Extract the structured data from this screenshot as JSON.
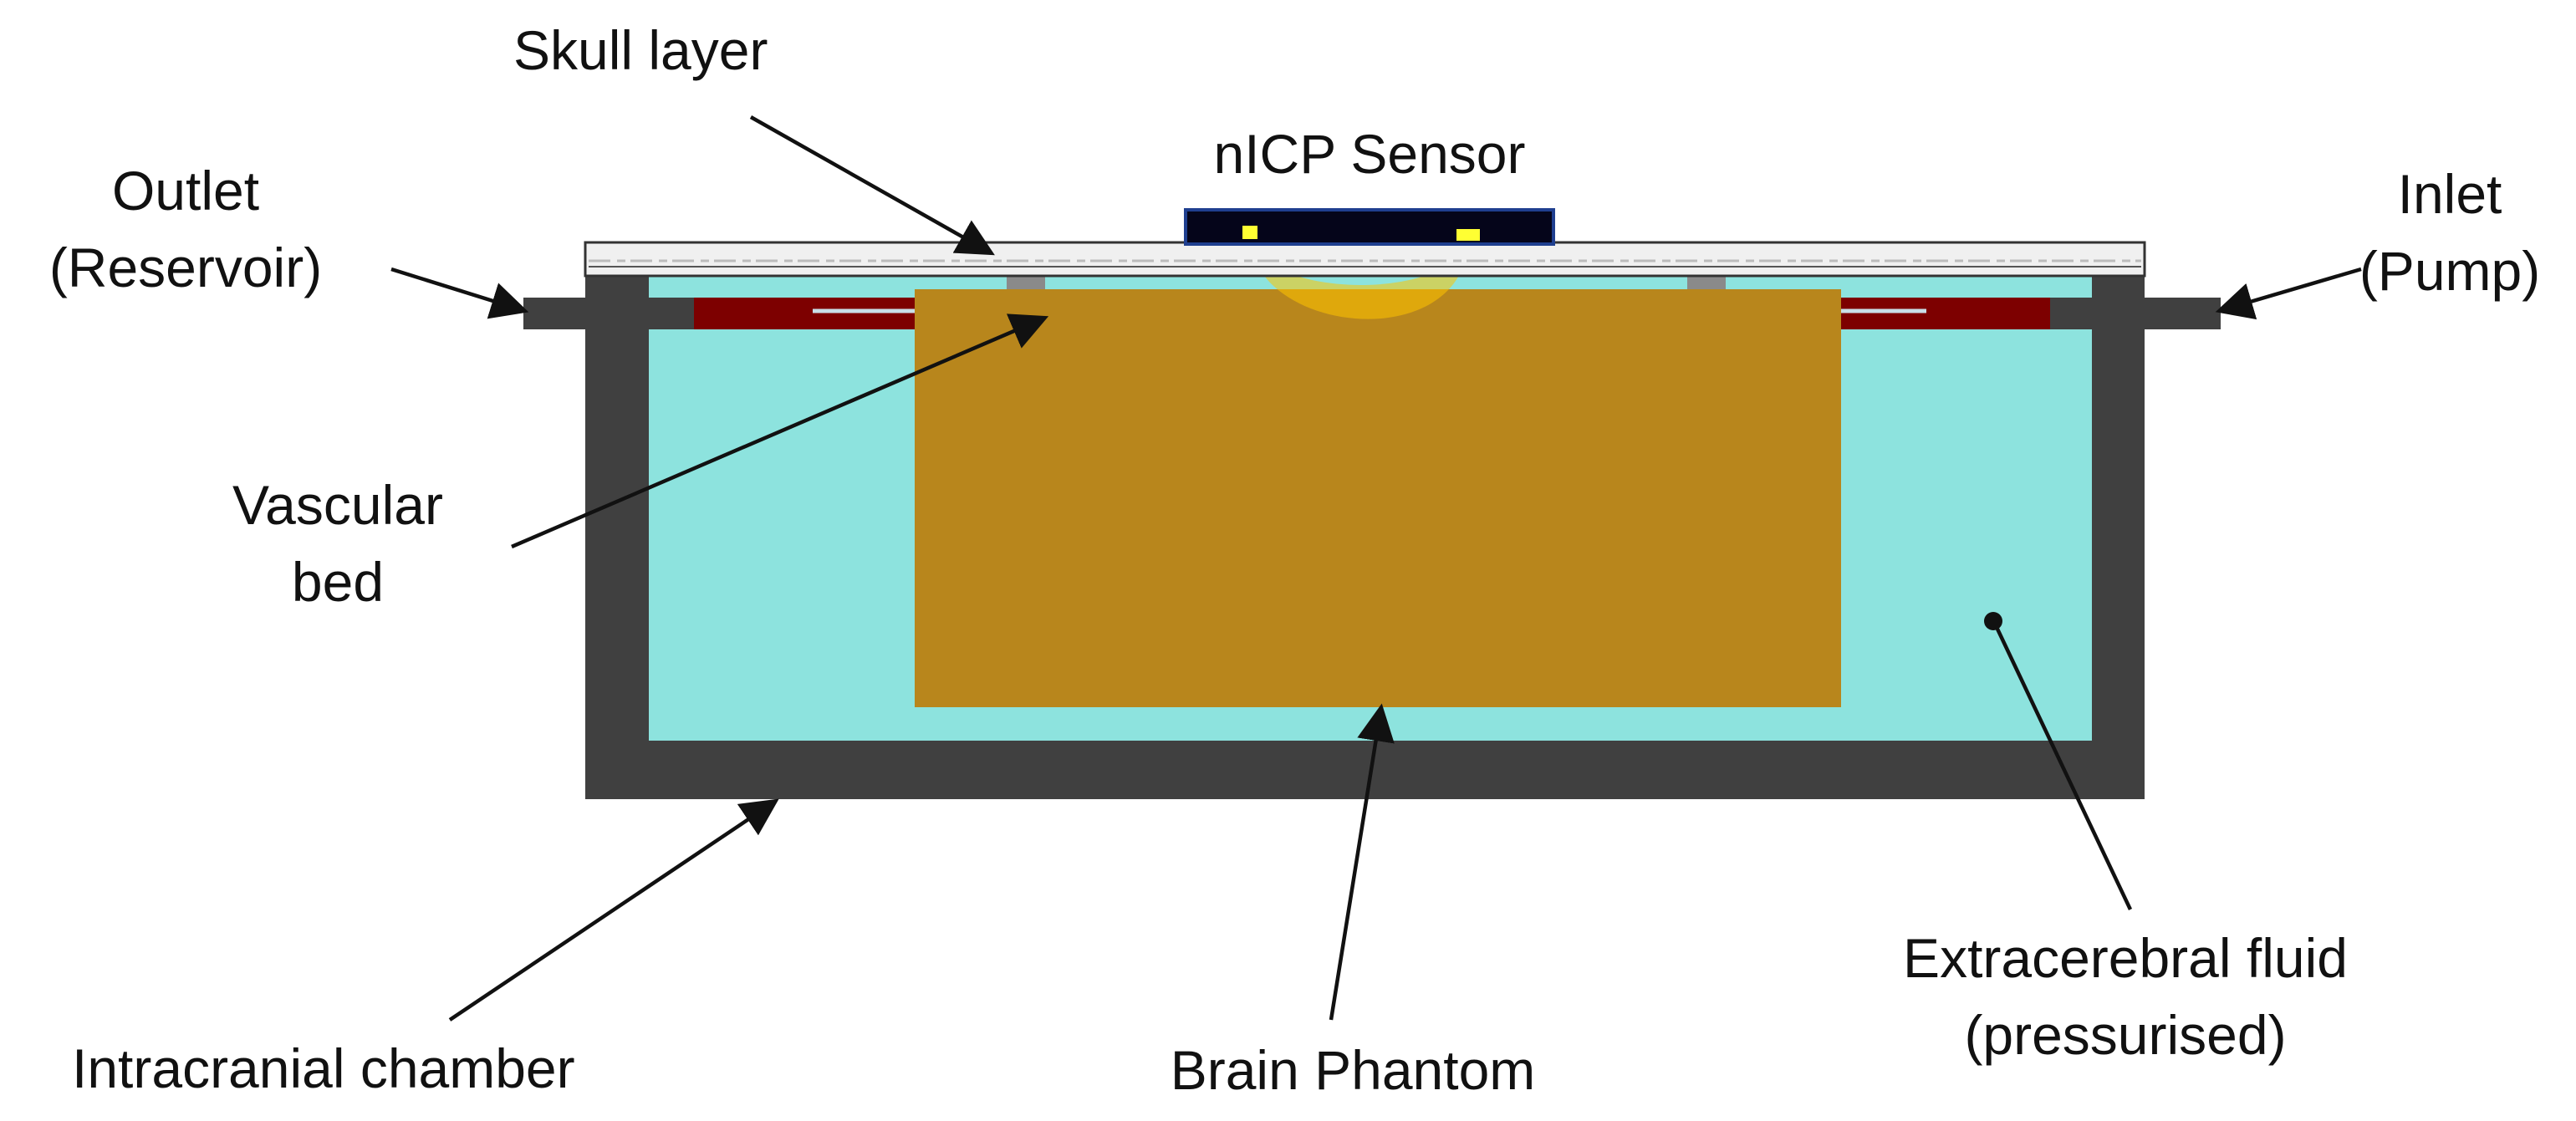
{
  "labels": {
    "skull_layer": "Skull layer",
    "nicp_sensor": "nICP Sensor",
    "outlet": [
      "Outlet",
      "(Reservoir)"
    ],
    "inlet": [
      "Inlet",
      "(Pump)"
    ],
    "vascular_bed": [
      "Vascular",
      "bed"
    ],
    "intracranial_chamber": "Intracranial chamber",
    "brain_phantom": "Brain Phantom",
    "extracerebral_fluid": [
      "Extracerebral fluid",
      "(pressurised)"
    ]
  },
  "colors": {
    "chamber_wall": "#404040",
    "extracerebral_fluid": "#8de3de",
    "brain_phantom": "#b8861c",
    "vascular_bed": "#7d0000",
    "skull_layer": "#f0f0f0",
    "sensor_body": "#05051a",
    "sensor_border": "#1f3f8f",
    "sensor_emitter": "#ffff33",
    "sensor_field": "#ffc400",
    "leader_line": "#111111"
  }
}
